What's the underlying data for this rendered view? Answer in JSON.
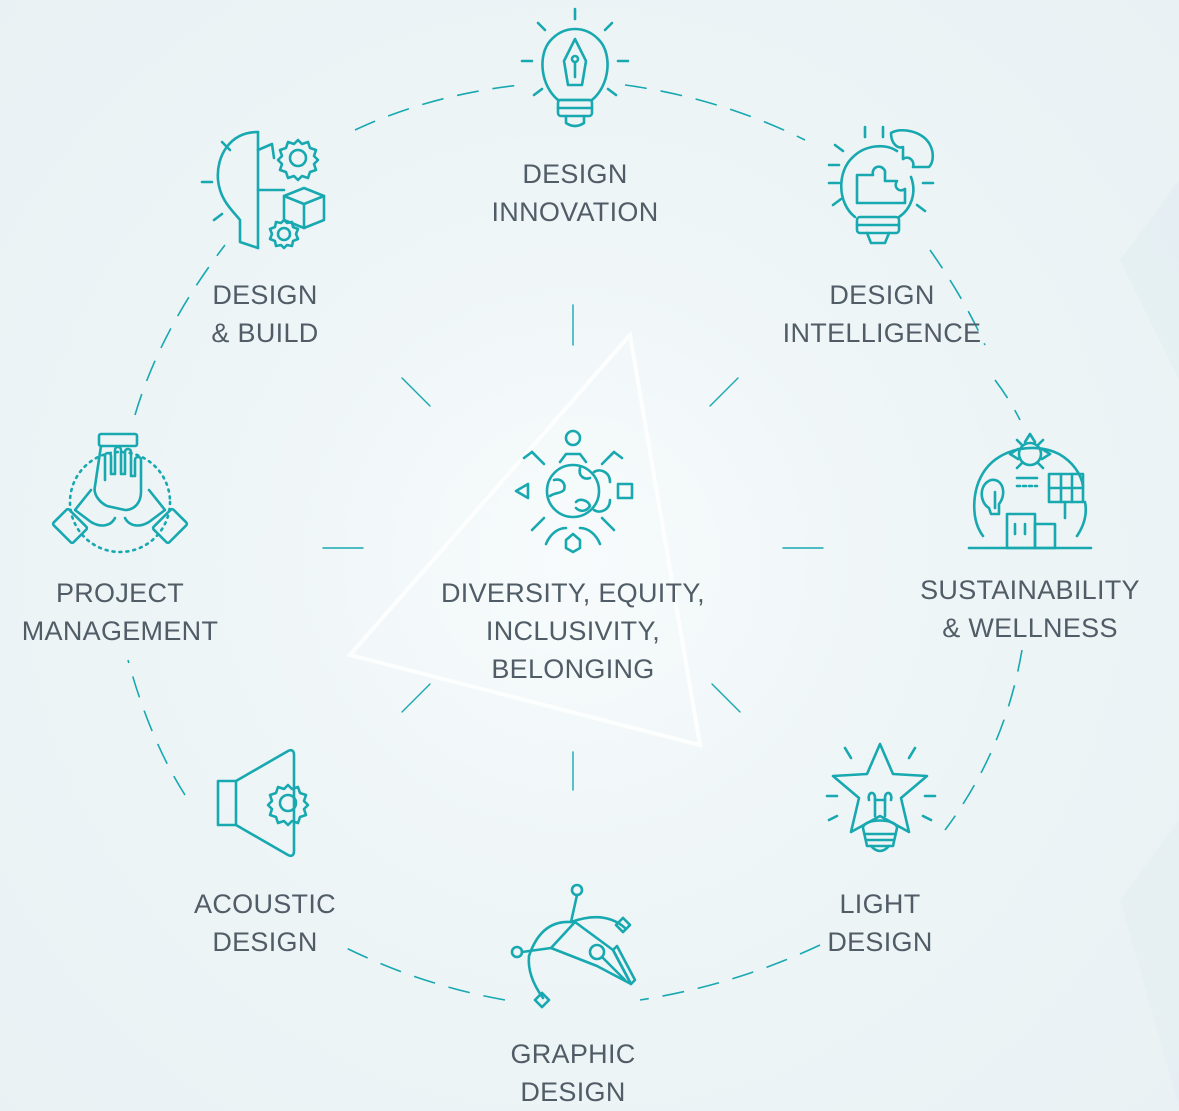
{
  "colors": {
    "accent": "#17a8b0",
    "text": "#505c66",
    "background": "#eef5f7"
  },
  "center": {
    "icon": "globe-people-icon",
    "lines": [
      "DIVERSITY, EQUITY,",
      "INCLUSIVITY,",
      "BELONGING"
    ]
  },
  "nodes": [
    {
      "key": "design_innovation",
      "icon": "lightbulb-pen-icon",
      "lines": [
        "DESIGN",
        "INNOVATION"
      ]
    },
    {
      "key": "design_intelligence",
      "icon": "lightbulb-puzzle-icon",
      "lines": [
        "DESIGN",
        "INTELLIGENCE"
      ]
    },
    {
      "key": "sustainability_wellness",
      "icon": "sustainable-city-icon",
      "lines": [
        "SUSTAINABILITY",
        "& WELLNESS"
      ]
    },
    {
      "key": "light_design",
      "icon": "star-bulb-icon",
      "lines": [
        "LIGHT",
        "DESIGN"
      ]
    },
    {
      "key": "graphic_design",
      "icon": "pen-tool-icon",
      "lines": [
        "GRAPHIC",
        "DESIGN"
      ]
    },
    {
      "key": "acoustic_design",
      "icon": "speaker-gear-icon",
      "lines": [
        "ACOUSTIC",
        "DESIGN"
      ]
    },
    {
      "key": "project_management",
      "icon": "hands-teamwork-icon",
      "lines": [
        "PROJECT",
        "MANAGEMENT"
      ]
    },
    {
      "key": "design_build",
      "icon": "bulb-gears-icon",
      "lines": [
        "DESIGN",
        "& BUILD"
      ]
    }
  ]
}
